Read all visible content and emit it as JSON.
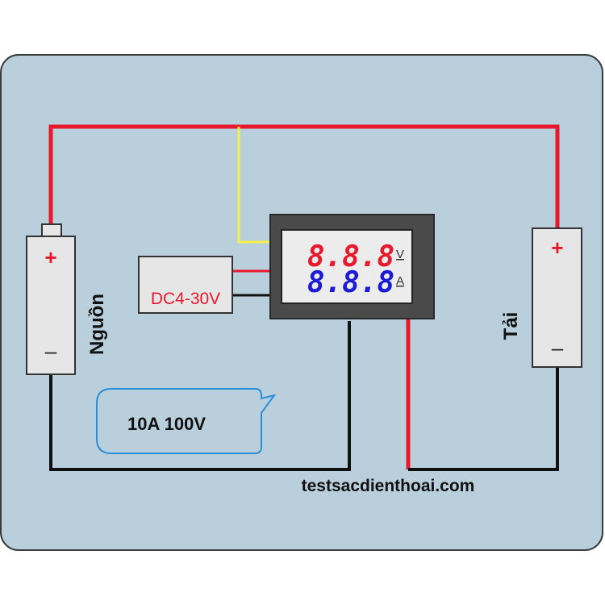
{
  "colors": {
    "board_bg": "#b9cfdc",
    "board_border": "#3a3a3a",
    "wire_red": "#e8192c",
    "wire_black": "#111111",
    "wire_yellow": "#f4ef4a",
    "plus_red": "#e8192c",
    "digit_red": "#e8192c",
    "digit_blue": "#1c1cd6",
    "callout_border": "#2a8fd6"
  },
  "source": {
    "label": "Nguồn",
    "plus": "+",
    "minus": "–"
  },
  "load": {
    "label": "Tải",
    "plus": "+",
    "minus": "–"
  },
  "supply_box": {
    "label": "DC4-30V"
  },
  "meter": {
    "voltage_digits": "8.8.8",
    "voltage_unit": "V",
    "current_digits": "8.8.8",
    "current_unit": "A"
  },
  "callout": {
    "text": "10A 100V"
  },
  "footer": {
    "website": "testsacdienthoai.com"
  }
}
